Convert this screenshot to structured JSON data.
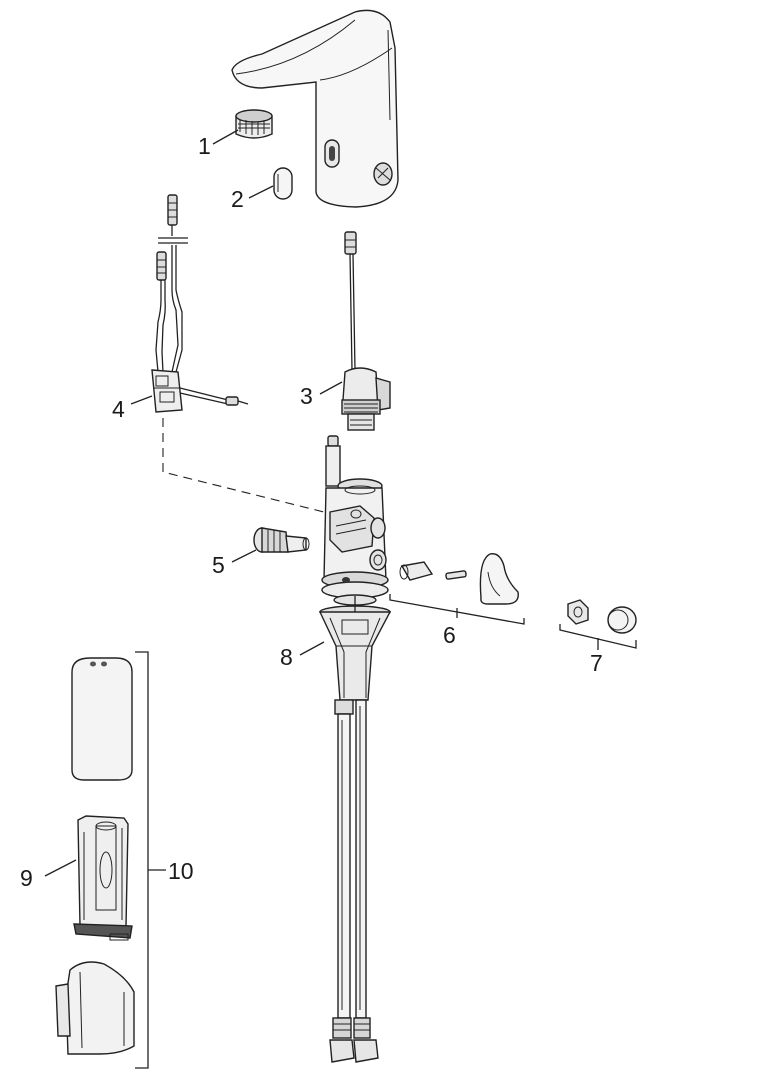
{
  "diagram": {
    "labels": {
      "p1": "1",
      "p2": "2",
      "p3": "3",
      "p4": "4",
      "p5": "5",
      "p6": "6",
      "p7": "7",
      "p8": "8",
      "p9": "9",
      "p10": "10"
    }
  }
}
